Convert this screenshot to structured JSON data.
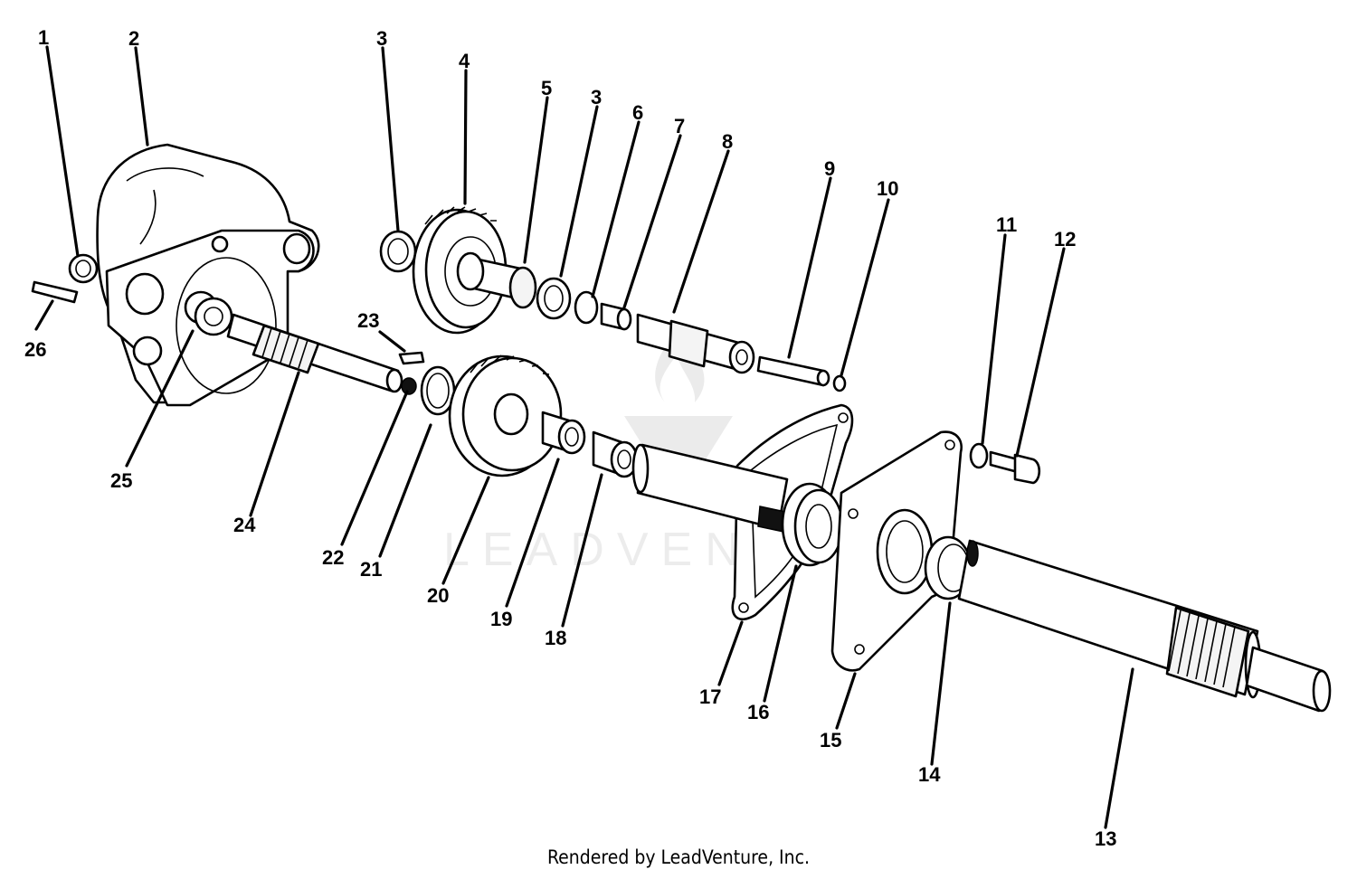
{
  "footer_text": "Rendered by LeadVenture, Inc.",
  "watermark_text": "LEADVENTURE",
  "callouts": [
    "1",
    "2",
    "3",
    "4",
    "5",
    "3",
    "6",
    "7",
    "8",
    "9",
    "10",
    "11",
    "12",
    "13",
    "14",
    "15",
    "16",
    "17",
    "18",
    "19",
    "20",
    "21",
    "22",
    "23",
    "24",
    "25",
    "26"
  ]
}
